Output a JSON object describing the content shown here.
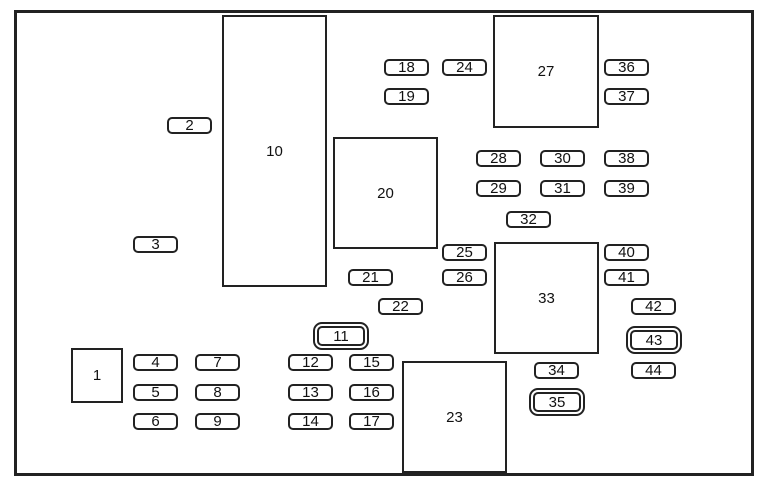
{
  "diagram": {
    "fuses": [
      {
        "id": "f18",
        "label": "18"
      },
      {
        "id": "f24",
        "label": "24"
      },
      {
        "id": "f36",
        "label": "36"
      },
      {
        "id": "f19",
        "label": "19"
      },
      {
        "id": "f37",
        "label": "37"
      },
      {
        "id": "f2",
        "label": "2"
      },
      {
        "id": "f28",
        "label": "28"
      },
      {
        "id": "f30",
        "label": "30"
      },
      {
        "id": "f38",
        "label": "38"
      },
      {
        "id": "f29",
        "label": "29"
      },
      {
        "id": "f31",
        "label": "31"
      },
      {
        "id": "f39",
        "label": "39"
      },
      {
        "id": "f32",
        "label": "32"
      },
      {
        "id": "f3",
        "label": "3"
      },
      {
        "id": "f25",
        "label": "25"
      },
      {
        "id": "f40",
        "label": "40"
      },
      {
        "id": "f21",
        "label": "21"
      },
      {
        "id": "f26",
        "label": "26"
      },
      {
        "id": "f41",
        "label": "41"
      },
      {
        "id": "f22",
        "label": "22"
      },
      {
        "id": "f42",
        "label": "42"
      },
      {
        "id": "f11",
        "label": "11",
        "double": true
      },
      {
        "id": "f43",
        "label": "43",
        "double": true
      },
      {
        "id": "f12",
        "label": "12"
      },
      {
        "id": "f15",
        "label": "15"
      },
      {
        "id": "f4",
        "label": "4"
      },
      {
        "id": "f7",
        "label": "7"
      },
      {
        "id": "f34",
        "label": "34"
      },
      {
        "id": "f44",
        "label": "44"
      },
      {
        "id": "f5",
        "label": "5"
      },
      {
        "id": "f8",
        "label": "8"
      },
      {
        "id": "f13",
        "label": "13"
      },
      {
        "id": "f16",
        "label": "16"
      },
      {
        "id": "f35",
        "label": "35",
        "double": true
      },
      {
        "id": "f6",
        "label": "6"
      },
      {
        "id": "f9",
        "label": "9"
      },
      {
        "id": "f14",
        "label": "14"
      },
      {
        "id": "f17",
        "label": "17"
      }
    ],
    "relays": [
      {
        "id": "r10",
        "label": "10"
      },
      {
        "id": "r20",
        "label": "20"
      },
      {
        "id": "r27",
        "label": "27"
      },
      {
        "id": "r33",
        "label": "33"
      },
      {
        "id": "r23",
        "label": "23"
      },
      {
        "id": "r1",
        "label": "1"
      }
    ]
  }
}
